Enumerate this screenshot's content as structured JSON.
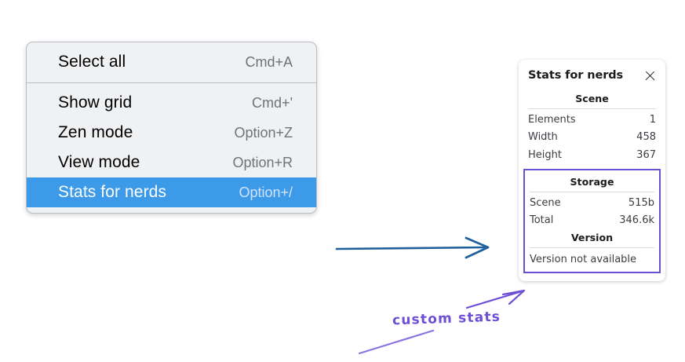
{
  "colors": {
    "menu_bg": "#f0f1f3",
    "menu_border": "#b9bfc7",
    "highlight": "#3d9ae9",
    "highlight_text": "#ffffff",
    "shortcut_text": "#6f7479",
    "annotation_purple": "#6d4fd6",
    "annotation_blue": "#1f5f9e",
    "panel_bg": "#ffffff"
  },
  "context_menu": {
    "groups": [
      {
        "items": [
          {
            "label": "Select all",
            "shortcut": "Cmd+A",
            "selected": false
          }
        ]
      },
      {
        "items": [
          {
            "label": "Show grid",
            "shortcut": "Cmd+'",
            "selected": false
          },
          {
            "label": "Zen mode",
            "shortcut": "Option+Z",
            "selected": false
          },
          {
            "label": "View mode",
            "shortcut": "Option+R",
            "selected": false
          },
          {
            "label": "Stats for nerds",
            "shortcut": "Option+/",
            "selected": true
          }
        ]
      }
    ]
  },
  "stats_panel": {
    "title": "Stats for nerds",
    "close_icon": "close-icon",
    "scene": {
      "heading": "Scene",
      "rows": [
        {
          "key": "Elements",
          "value": "1"
        },
        {
          "key": "Width",
          "value": "458"
        },
        {
          "key": "Height",
          "value": "367"
        }
      ]
    },
    "storage": {
      "heading": "Storage",
      "rows": [
        {
          "key": "Scene",
          "value": "515b"
        },
        {
          "key": "Total",
          "value": "346.6k"
        }
      ]
    },
    "version": {
      "heading": "Version",
      "text": "Version not available"
    }
  },
  "annotations": {
    "handwritten_label": "custom stats",
    "blue_arrow_name": "flow-arrow",
    "purple_arrow_name": "callout-arrow"
  }
}
